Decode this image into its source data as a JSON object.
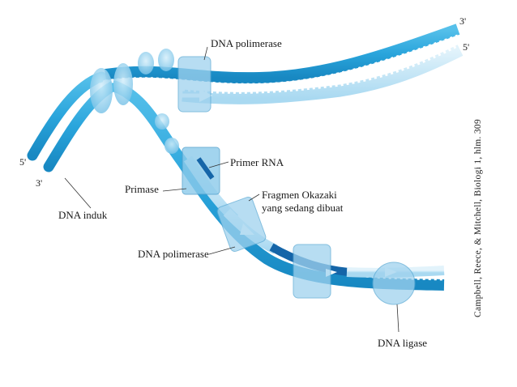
{
  "diagram": {
    "labels": {
      "dna_polimerase_top": "DNA polimerase",
      "primer_rna": "Primer RNA",
      "primase": "Primase",
      "fragmen_line1": "Fragmen Okazaki",
      "fragmen_line2": "yang sedang dibuat",
      "dna_induk": "DNA induk",
      "dna_polimerase_bottom": "DNA polimerase",
      "dna_ligase": "DNA ligase"
    },
    "ends": {
      "top_right_3": "3'",
      "top_right_5": "5'",
      "left_5": "5'",
      "left_3": "3'"
    },
    "credit": "Campbell, Reece, & Mitchell, Biologi 1, hlm. 309",
    "colors": {
      "parent_strand": "#2aa5dc",
      "new_strand": "#bfe3f5",
      "primer": "#1565a8",
      "enzyme": "#9fd2ee"
    }
  }
}
